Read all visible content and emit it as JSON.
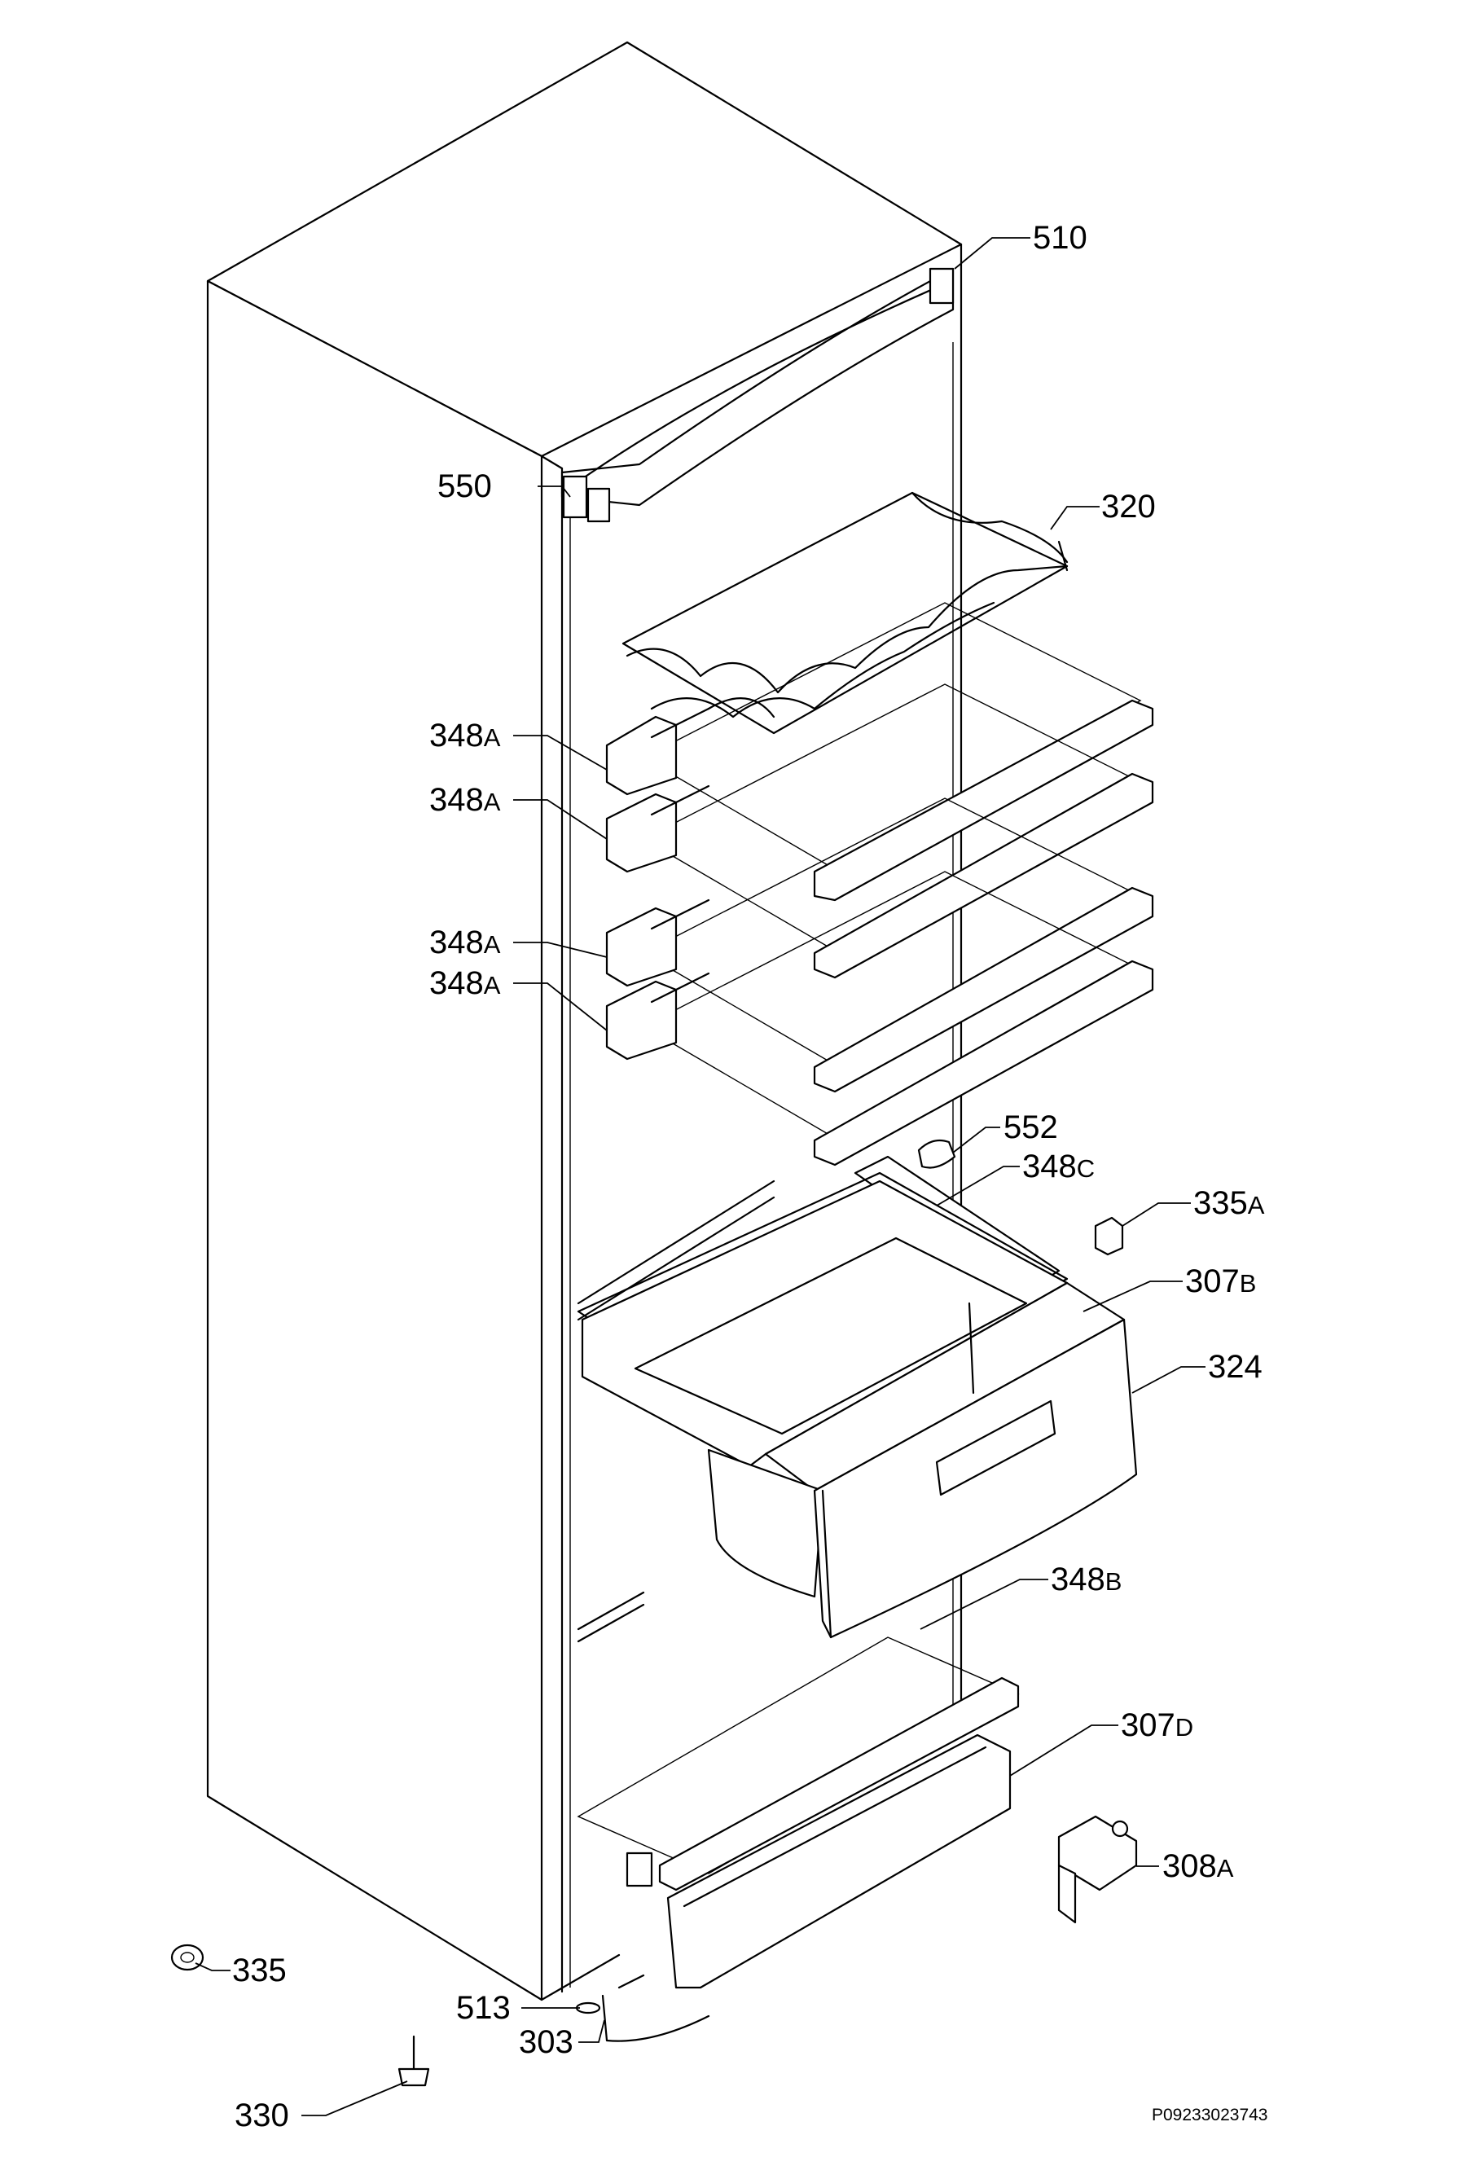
{
  "labels": [
    {
      "id": "510",
      "main": "510",
      "suffix": ""
    },
    {
      "id": "550",
      "main": "550",
      "suffix": ""
    },
    {
      "id": "320",
      "main": "320",
      "suffix": ""
    },
    {
      "id": "348A-1",
      "main": "348",
      "suffix": "A"
    },
    {
      "id": "348A-2",
      "main": "348",
      "suffix": "A"
    },
    {
      "id": "348A-3",
      "main": "348",
      "suffix": "A"
    },
    {
      "id": "348A-4",
      "main": "348",
      "suffix": "A"
    },
    {
      "id": "552",
      "main": "552",
      "suffix": ""
    },
    {
      "id": "348C",
      "main": "348",
      "suffix": "C"
    },
    {
      "id": "335A",
      "main": "335",
      "suffix": "A"
    },
    {
      "id": "307B",
      "main": "307",
      "suffix": "B"
    },
    {
      "id": "324",
      "main": "324",
      "suffix": ""
    },
    {
      "id": "348B",
      "main": "348",
      "suffix": "B"
    },
    {
      "id": "307D",
      "main": "307",
      "suffix": "D"
    },
    {
      "id": "308A",
      "main": "308",
      "suffix": "A"
    },
    {
      "id": "335",
      "main": "335",
      "suffix": ""
    },
    {
      "id": "513",
      "main": "513",
      "suffix": ""
    },
    {
      "id": "303",
      "main": "303",
      "suffix": ""
    },
    {
      "id": "330",
      "main": "330",
      "suffix": ""
    }
  ],
  "doc_id": "P09233023743"
}
